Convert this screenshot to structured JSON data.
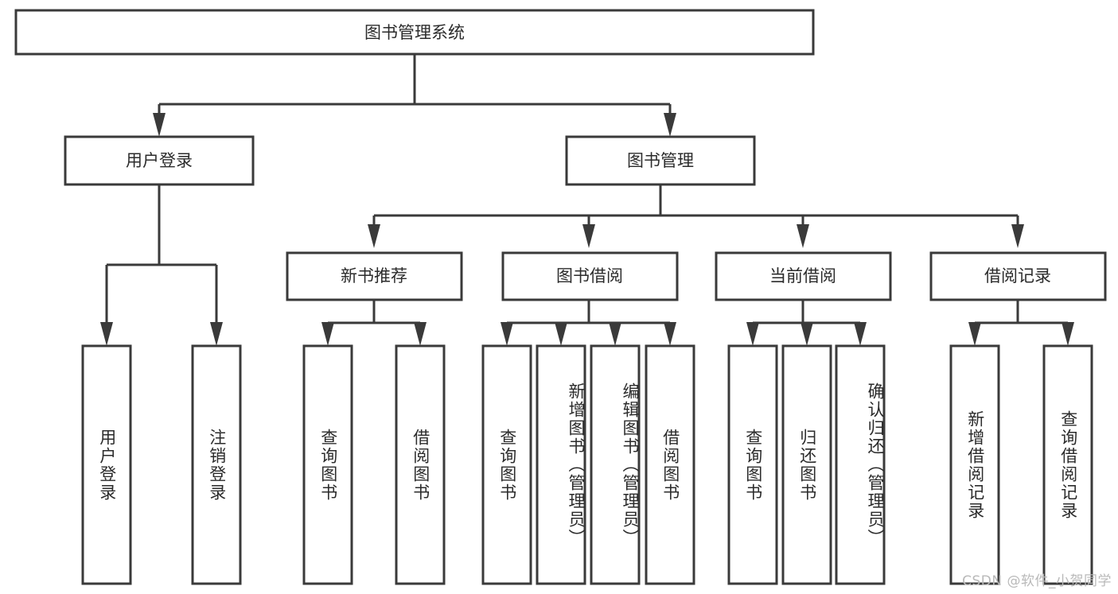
{
  "diagram": {
    "title": "图书管理系统",
    "watermark": "CSDN @软件_小贺同学",
    "colors": {
      "stroke": "#3a3a3a",
      "fill": "#ffffff",
      "text": "#2b2b2b",
      "watermark": "#b9b9b9",
      "background": "#ffffff"
    },
    "nodes": {
      "root": {
        "label": "图书管理系统"
      },
      "level2": [
        {
          "label": "用户登录"
        },
        {
          "label": "图书管理"
        }
      ],
      "level3": [
        {
          "label": "新书推荐"
        },
        {
          "label": "图书借阅"
        },
        {
          "label": "当前借阅"
        },
        {
          "label": "借阅记录"
        }
      ],
      "leaves_user_login": [
        {
          "label": "用户登录"
        },
        {
          "label": "注销登录"
        }
      ],
      "leaves_new_book": [
        {
          "label": "查询图书"
        },
        {
          "label": "借阅图书"
        }
      ],
      "leaves_borrow": [
        {
          "label": "查询图书"
        },
        {
          "label": "新增图书（管理员）"
        },
        {
          "label": "编辑图书（管理员）"
        },
        {
          "label": "借阅图书"
        }
      ],
      "leaves_current": [
        {
          "label": "查询图书"
        },
        {
          "label": "归还图书"
        },
        {
          "label": "确认归还（管理员）"
        }
      ],
      "leaves_record": [
        {
          "label": "新增借阅记录"
        },
        {
          "label": "查询借阅记录"
        }
      ]
    }
  }
}
